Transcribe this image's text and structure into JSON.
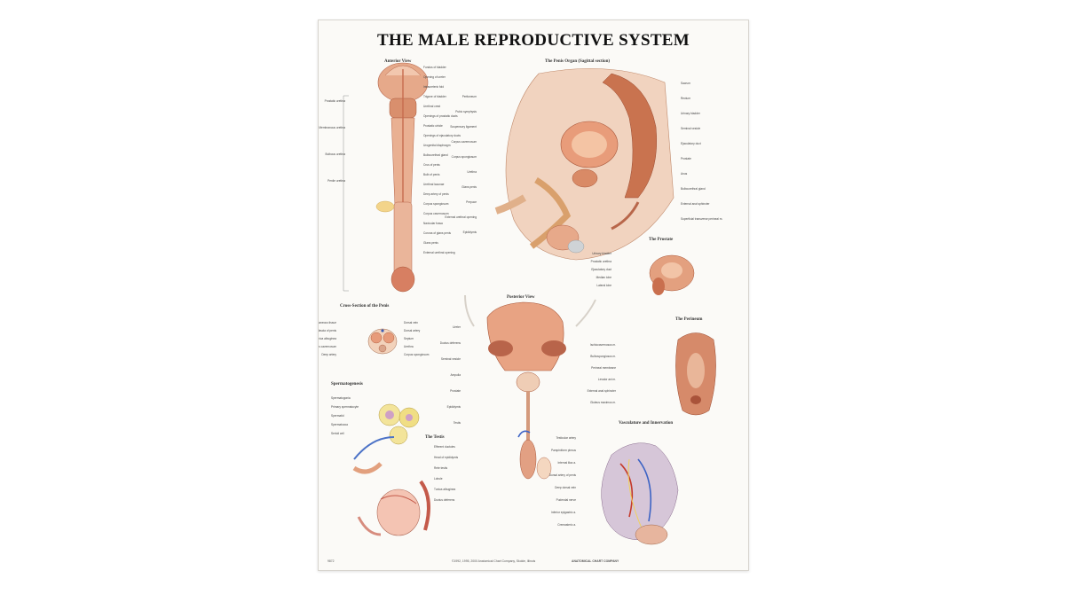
{
  "poster": {
    "title": "THE MALE REPRODUCTIVE SYSTEM",
    "sections": {
      "anterior_view": "Anterior View",
      "penis_organ": "The Penis Organ (Sagittal section)",
      "cross_section": "Cross-Section of the Penis",
      "prostate": "The Prostate",
      "posterior_view": "Posterior View",
      "perineum": "The Perineum",
      "spermatogenesis": "Spermatogenesis",
      "testis": "The Testis",
      "vasculature": "Vasculature and Innervation"
    },
    "labels": {
      "anterior_left": [
        "Prostatic urethra",
        "Membranous urethra",
        "Bulbous urethra",
        "Penile urethra"
      ],
      "anterior_right": [
        "Fundus of bladder",
        "Opening of ureter",
        "Intraureteric fold",
        "Trigone of bladder",
        "Urethral crest",
        "Openings of prostatic ducts",
        "Prostatic utricle",
        "Openings of ejaculatory ducts",
        "Urogenital diaphragm",
        "Bulbourethral gland",
        "Crus of penis",
        "Bulb of penis",
        "Urethral lacunae",
        "Deep artery of penis",
        "Corpus spongiosum",
        "Corpus cavernosum",
        "Navicular fossa",
        "Corona of glans penis",
        "Glans penis",
        "External urethral opening"
      ],
      "sagittal_left": [
        "Peritoneum",
        "Pubic symphysis",
        "Suspensory ligament",
        "Corpus cavernosum",
        "Corpus spongiosum",
        "Urethra",
        "Glans penis",
        "Prepuce",
        "External urethral opening",
        "Epididymis"
      ],
      "sagittal_right": [
        "Sacrum",
        "Rectum",
        "Urinary bladder",
        "Seminal vesicle",
        "Ejaculatory duct",
        "Prostate",
        "Anus",
        "Bulbourethral gland",
        "External anal sphincter",
        "Superficial transverse perineal m."
      ],
      "cross_left": [
        "Subcutaneous tissue",
        "Deep fascia of penis",
        "Tunica albuginea",
        "Corpus cavernosum",
        "Deep artery"
      ],
      "cross_right": [
        "Dorsal vein",
        "Dorsal artery",
        "Septum",
        "Urethra",
        "Corpus spongiosum"
      ],
      "prostate_labels": [
        "Urinary bladder",
        "Prostatic urethra",
        "Ejaculatory duct",
        "Median lobe",
        "Lateral lobe"
      ],
      "posterior_labels": [
        "Ureter",
        "Ductus deferens",
        "Seminal vesicle",
        "Ampulla",
        "Prostate",
        "Epididymis",
        "Testis"
      ],
      "perineum_labels": [
        "Ischiocavernosus m.",
        "Bulbospongiosus m.",
        "Perineal membrane",
        "Levator ani m.",
        "External anal sphincter",
        "Gluteus maximus m."
      ],
      "sperm_labels": [
        "Spermatogonia",
        "Primary spermatocyte",
        "Spermatid",
        "Spermatozoa",
        "Sertoli cell"
      ],
      "testis_labels": [
        "Efferent ductules",
        "Head of epididymis",
        "Rete testis",
        "Lobule",
        "Tunica albuginea",
        "Ductus deferens"
      ],
      "vasc_labels": [
        "Testicular artery",
        "Pampiniform plexus",
        "Internal iliac a.",
        "Dorsal artery of penis",
        "Deep dorsal vein",
        "Pudendal nerve",
        "Inferior epigastric a.",
        "Cremasteric a."
      ]
    },
    "footer": {
      "left": "9872",
      "center": "©1992, 1995, 2000 Anatomical Chart Company, Skokie, Illinois",
      "right": "ANATOMICAL CHART COMPANY"
    }
  }
}
